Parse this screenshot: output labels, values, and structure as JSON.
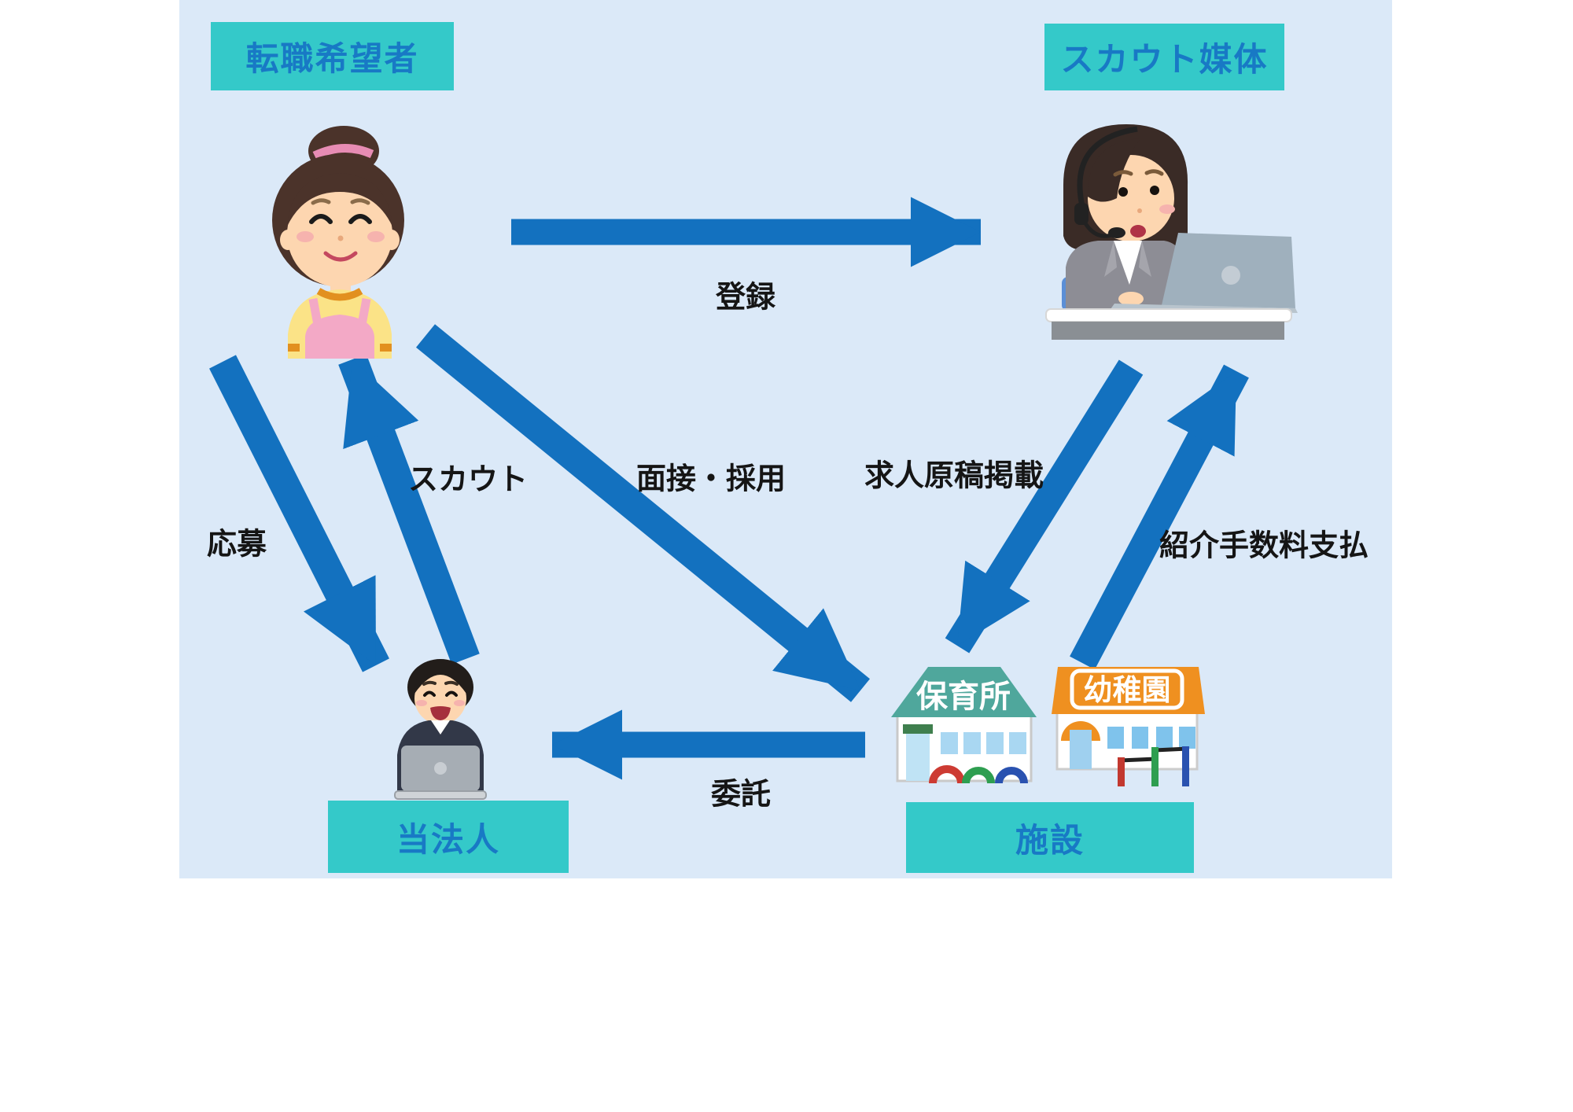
{
  "colors": {
    "canvas_background": "#dbe9f8",
    "arrow_blue": "#1371bf",
    "node_box_teal": "#34c9c9",
    "node_text_blue": "#1879c5",
    "edge_label_black": "#151515"
  },
  "nodes": {
    "job_seeker": "転職希望者",
    "scout_media": "スカウト媒体",
    "corporation": "当法人",
    "facility": "施設"
  },
  "edges": {
    "register": "登録",
    "apply": "応募",
    "scout": "スカウト",
    "interview_hire": "面接・採用",
    "job_posting": "求人原稿掲載",
    "referral_fee": "紹介手数料支払",
    "entrust": "委託"
  },
  "buildings": {
    "nursery": "保育所",
    "kindergarten": "幼稚園"
  }
}
